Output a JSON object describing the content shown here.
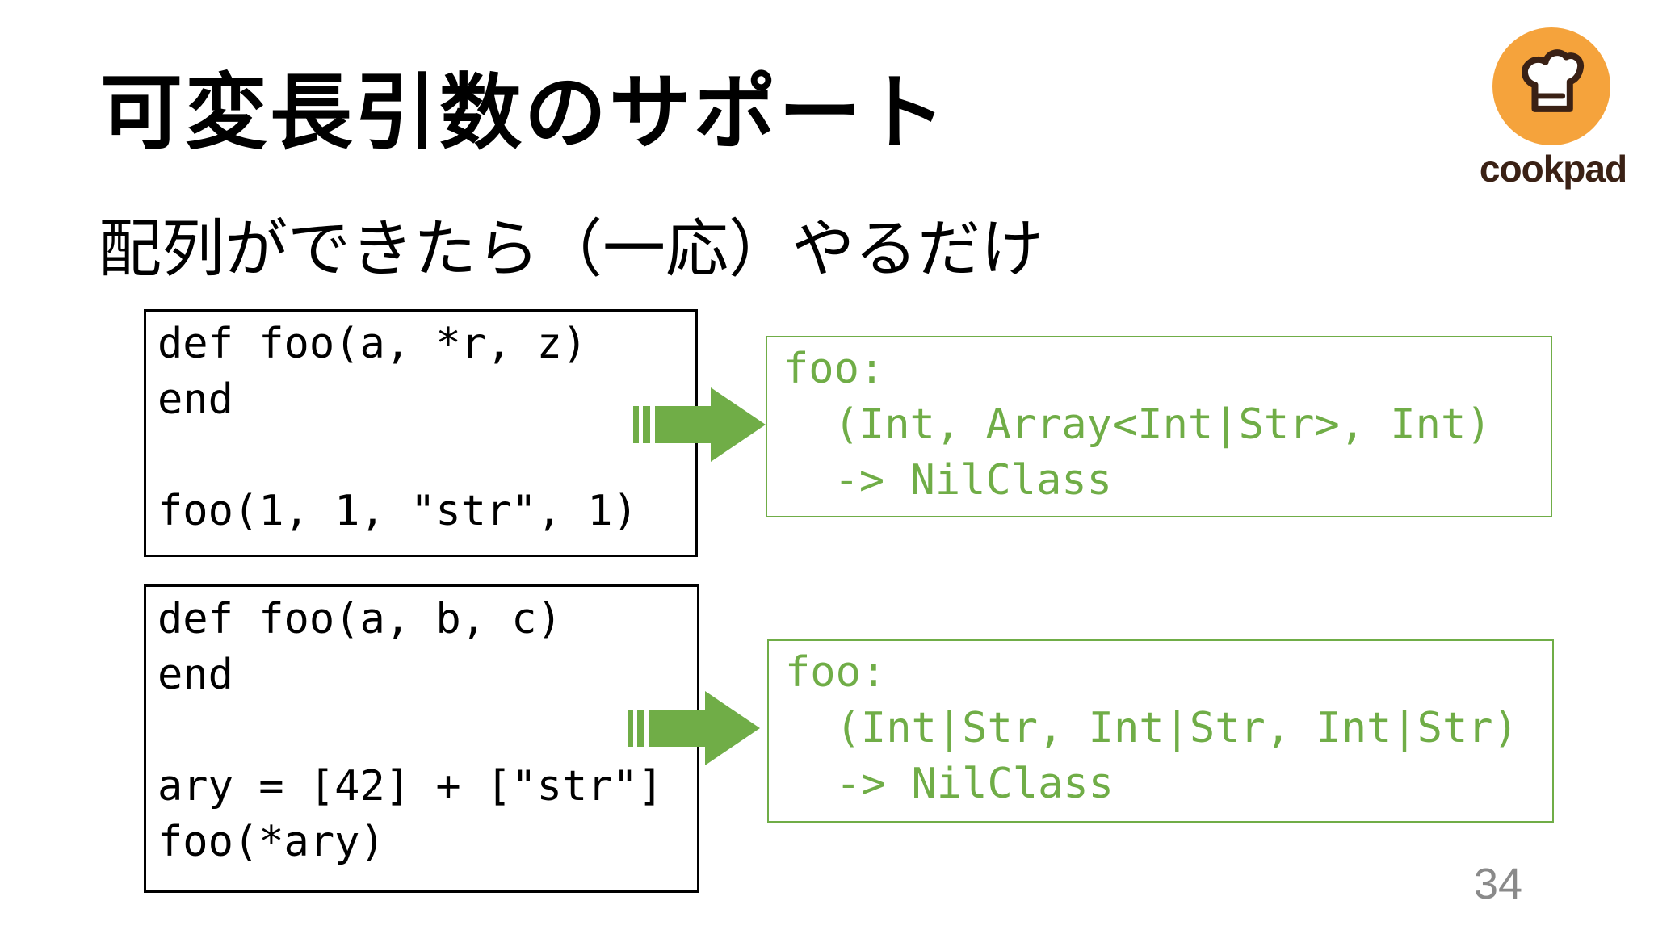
{
  "slide": {
    "title": "可変長引数のサポート",
    "subtitle": "配列ができたら（一応）やるだけ",
    "page_number": "34"
  },
  "logo": {
    "wordmark": "cookpad",
    "circle_color": "#F5A33C",
    "ink_color": "#3A2115",
    "icon": "chef-hat-icon"
  },
  "colors": {
    "accent_green": "#70AD47",
    "code_text": "#000000",
    "page_number_gray": "#8A8A8A"
  },
  "examples": [
    {
      "code_lines": [
        "def foo(a, *r, z)",
        "end",
        "",
        "foo(1, 1, \"str\", 1)"
      ],
      "result_lines": [
        "foo:",
        "  (Int, Array<Int|Str>, Int)",
        "  -> NilClass"
      ]
    },
    {
      "code_lines": [
        "def foo(a, b, c)",
        "end",
        "",
        "ary = [42] + [\"str\"]",
        "foo(*ary)"
      ],
      "result_lines": [
        "foo:",
        "  (Int|Str, Int|Str, Int|Str)",
        "  -> NilClass"
      ]
    }
  ]
}
